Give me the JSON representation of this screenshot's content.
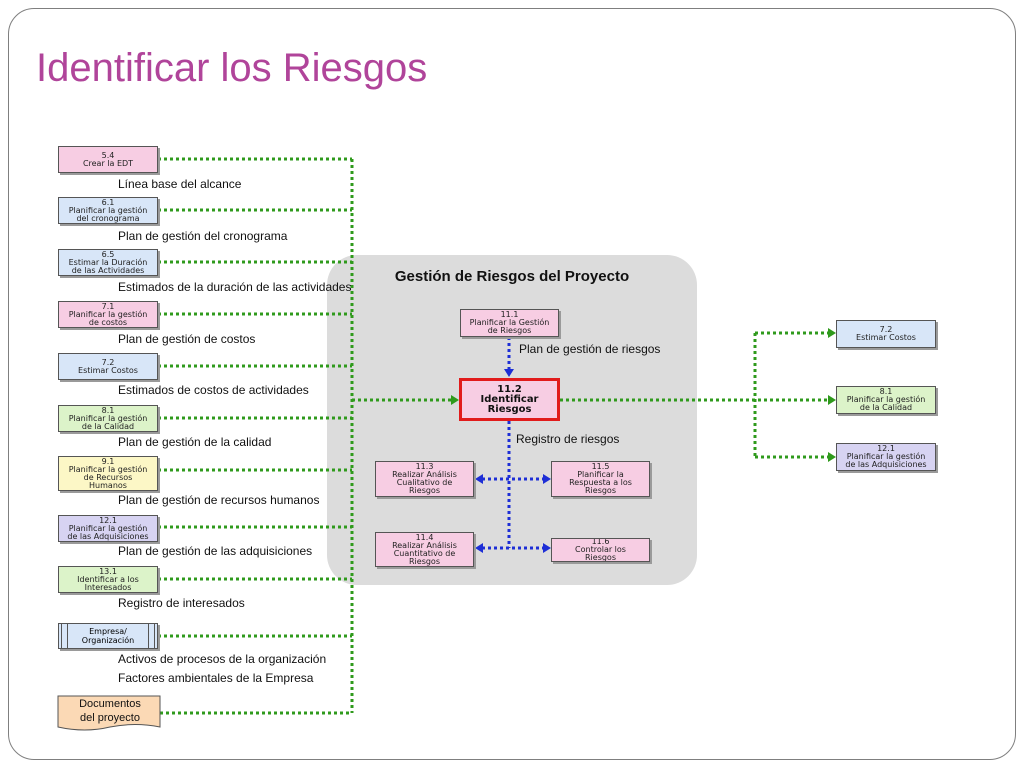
{
  "title": "Identificar los Riesgos",
  "panel_title": "Gestión de Riesgos del Proyecto",
  "inputs": [
    {
      "lines": [
        "5.4",
        "Crear la EDT"
      ],
      "label": "Línea base del alcance"
    },
    {
      "lines": [
        "6.1",
        "Planificar la gestión",
        "del cronograma"
      ],
      "label": "Plan de gestión del cronograma"
    },
    {
      "lines": [
        "6.5",
        "Estimar la Duración",
        "de las Actividades"
      ],
      "label": "Estimados de la duración de las actividades"
    },
    {
      "lines": [
        "7.1",
        "Planificar la gestión",
        "de costos"
      ],
      "label": "Plan de gestión de costos"
    },
    {
      "lines": [
        "7.2",
        "Estimar Costos"
      ],
      "label": "Estimados de costos de actividades"
    },
    {
      "lines": [
        "8.1",
        "Planificar la gestión",
        "de la Calidad"
      ],
      "label": "Plan de gestión de la calidad"
    },
    {
      "lines": [
        "9.1",
        "Planificar la gestión",
        "de Recursos",
        "Humanos"
      ],
      "label": "Plan de gestión de recursos humanos"
    },
    {
      "lines": [
        "12.1",
        "Planificar la gestión",
        "de las Adquisiciones"
      ],
      "label": "Plan de gestión de las adquisiciones"
    },
    {
      "lines": [
        "13.1",
        "Identificar a los",
        "Interesados"
      ],
      "label": "Registro de interesados"
    }
  ],
  "empresa": {
    "lines": [
      "Empresa/",
      "Organización"
    ],
    "label1": "Activos de procesos de la organización",
    "label2": "Factores ambientales de la Empresa"
  },
  "documentos": {
    "lines": [
      "Documentos",
      "del proyecto"
    ]
  },
  "center": {
    "lines": [
      "11.2",
      "Identificar",
      "Riesgos"
    ]
  },
  "plan_box": {
    "lines": [
      "11.1",
      "Planificar la Gestión",
      "de Riesgos"
    ],
    "label": "Plan de gestión de riesgos"
  },
  "registro_label": "Registro de riesgos",
  "inner_outputs": [
    {
      "lines": [
        "11.3",
        "Realizar Análisis",
        "Cualitativo de",
        "Riesgos"
      ]
    },
    {
      "lines": [
        "11.5",
        "Planificar la",
        "Respuesta a los",
        "Riesgos"
      ]
    },
    {
      "lines": [
        "11.4",
        "Realizar Análisis",
        "Cuantitativo de",
        "Riesgos"
      ]
    },
    {
      "lines": [
        "11.6",
        "Controlar los",
        "Riesgos"
      ]
    }
  ],
  "outputs": [
    {
      "lines": [
        "7.2",
        "Estimar Costos"
      ]
    },
    {
      "lines": [
        "8.1",
        "Planificar la gestión",
        "de la Calidad"
      ]
    },
    {
      "lines": [
        "12.1",
        "Planificar la gestión",
        "de las Adquisiciones"
      ]
    }
  ],
  "colors": {
    "title": "#b0449a",
    "green_line": "#2f9a1c",
    "blue_line": "#1d2ed6",
    "center_border": "#e11b1b"
  }
}
